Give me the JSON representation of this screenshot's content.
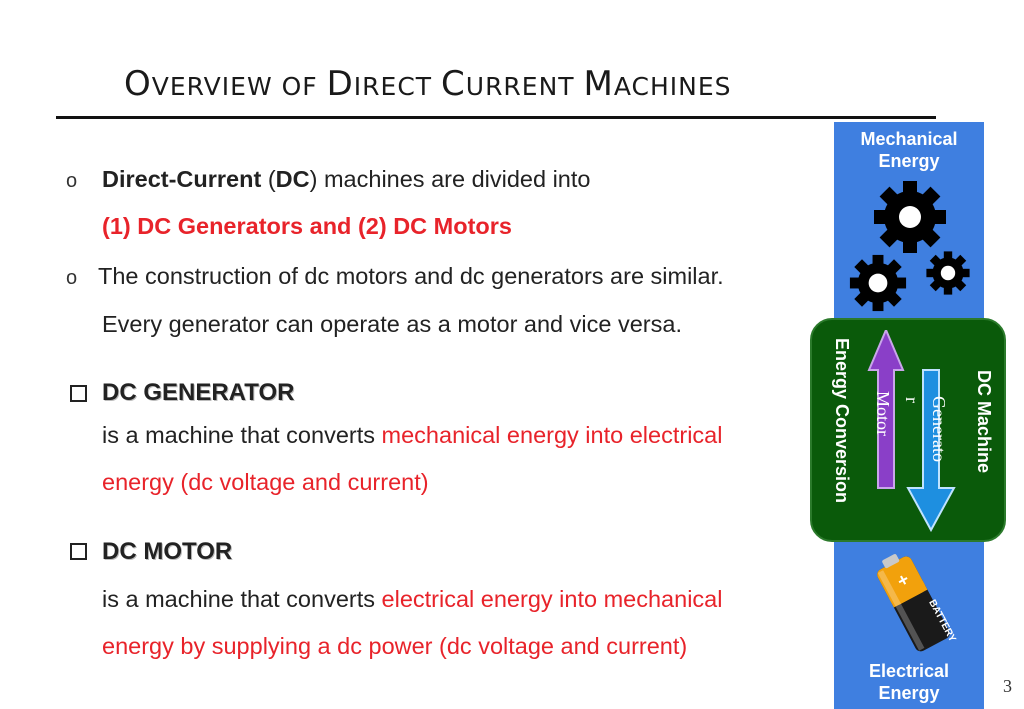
{
  "title": {
    "o": "O",
    "verview_of": "VERVIEW OF ",
    "d": "D",
    "irect": "IRECT ",
    "c": "C",
    "urrent": "URRENT ",
    "m": "M",
    "achines": "ACHINES"
  },
  "bullets": {
    "b1": {
      "dc1": "Direct-Current",
      "paren_open": " (",
      "dc2": "DC",
      "rest": ") machines are divided into"
    },
    "b1_line2": "(1) DC Generators and (2) DC Motors",
    "b2_line1": "The construction of dc motors and dc generators are similar.",
    "b2_line2": "Every generator can operate as a motor and vice versa.",
    "marker": "o"
  },
  "generator": {
    "heading": "DC GENERATOR",
    "line1_black": "is a machine that converts ",
    "line1_red": "mechanical energy into electrical",
    "line2_red": "energy (dc voltage and current)"
  },
  "motor": {
    "heading": "DC MOTOR",
    "line1_black": "is a machine that converts ",
    "line1_red": "electrical energy into mechanical",
    "line2_red": "energy by supplying a dc power (dc voltage and current)"
  },
  "diagram": {
    "top_label": "Mechanical Energy",
    "top_label_l1": "Mechanical",
    "top_label_l2": "Energy",
    "bottom_label_l1": "Electrical",
    "bottom_label_l2": "Energy",
    "left_vertical": "Energy Conversion",
    "right_vertical": "DC Machine",
    "motor_arrow": "Motor",
    "generator_arrow": "Generato",
    "generator_arrow_r": "r",
    "battery_text": "BATTERY",
    "battery_plus": "+"
  },
  "page_number": "3",
  "colors": {
    "accent_red": "#e8232a",
    "panel_blue": "#3f7fe0",
    "box_green": "#0a5a0a",
    "arrow_purple": "#8a3fc8",
    "arrow_blue": "#1e8fe0"
  }
}
